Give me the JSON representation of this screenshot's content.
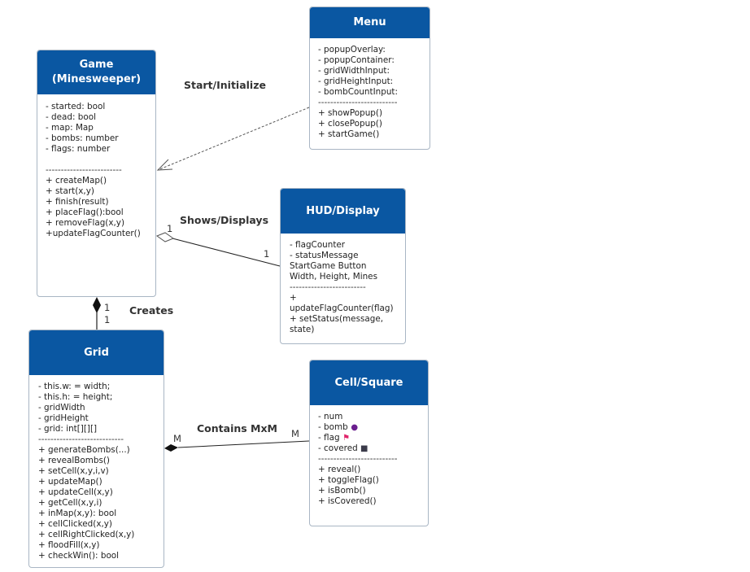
{
  "classes": {
    "menu": {
      "title": "Menu",
      "attributes": [
        "- popupOverlay:",
        "- popupContainer:",
        "- gridWidthInput:",
        "- gridHeightInput:",
        "- bombCountInput:"
      ],
      "separator": "--------------------------",
      "methods": [
        "+ showPopup()",
        "+ closePopup()",
        "+ startGame()"
      ]
    },
    "game": {
      "title_line1": "Game",
      "title_line2": "(Minesweeper)",
      "attributes": [
        "- started: bool",
        "- dead: bool",
        "- map: Map",
        "- bombs: number",
        "- flags: number"
      ],
      "separator": "-------------------------",
      "methods": [
        "+ createMap()",
        "+ start(x,y)",
        "+ finish(result)",
        "+ placeFlag():bool",
        "+ removeFlag(x,y)",
        "+updateFlagCounter()"
      ]
    },
    "hud": {
      "title": "HUD/Display",
      "attributes": [
        "- flagCounter",
        "- statusMessage",
        "StartGame Button",
        "Width, Height, Mines"
      ],
      "separator": "-------------------------",
      "methods": [
        "+",
        "updateFlagCounter(flag)",
        "+ setStatus(message,",
        "state)"
      ]
    },
    "grid": {
      "title": "Grid",
      "attributes": [
        "- this.w: = width;",
        "- this.h: = height;",
        "- gridWidth",
        "- gridHeight",
        "- grid: int[][][]"
      ],
      "separator": "----------------------------",
      "methods": [
        "+ generateBombs(...)",
        "+ revealBombs()",
        "+ setCell(x,y,i,v)",
        "+ updateMap()",
        "+ updateCell(x,y)",
        "+ getCell(x,y,i)",
        "+ inMap(x,y): bool",
        "+ cellClicked(x,y)",
        "+ cellRightClicked(x,y)",
        "+ floodFill(x,y)",
        "+ checkWin(): bool"
      ]
    },
    "cell": {
      "title": "Cell/Square",
      "attr_num": "- num",
      "attr_bomb": "- bomb",
      "attr_flag": "- flag",
      "attr_covered": "- covered",
      "icons": {
        "bomb": "bomb-icon",
        "flag": "flag-icon",
        "covered": "square-icon"
      },
      "separator": "--------------------------",
      "methods": [
        "+ reveal()",
        "+ toggleFlag()",
        "+ isBomb()",
        "+ isCovered()"
      ]
    }
  },
  "relations": {
    "start_initialize": "Start/Initialize",
    "shows_displays": "Shows/Displays",
    "creates": "Creates",
    "contains": "Contains MxM",
    "mult_one": "1",
    "mult_m": "M"
  },
  "colors": {
    "header_bg": "#0a57a2",
    "header_text": "#ffffff",
    "border": "#a9b6c4",
    "line": "#333333"
  }
}
